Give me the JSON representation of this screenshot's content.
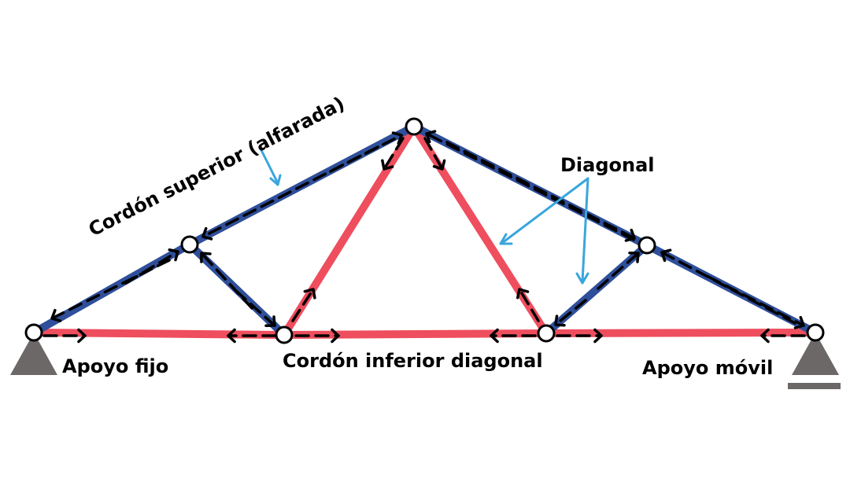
{
  "labels": {
    "top_chord": "Cordón superior (alfarada)",
    "diagonal": "Diagonal",
    "bottom_chord": "Cordón inferior diagonal",
    "fixed_support": "Apoyo fijo",
    "roller_support": "Apoyo móvil"
  },
  "colors": {
    "compression_member": "#2f4f9a",
    "tension_member": "#ee4e5e",
    "annotation_arrow": "#3aa6dc",
    "force_arrow": "#000000",
    "support": "#6d6868",
    "node_fill": "#ffffff",
    "node_stroke": "#000000"
  }
}
